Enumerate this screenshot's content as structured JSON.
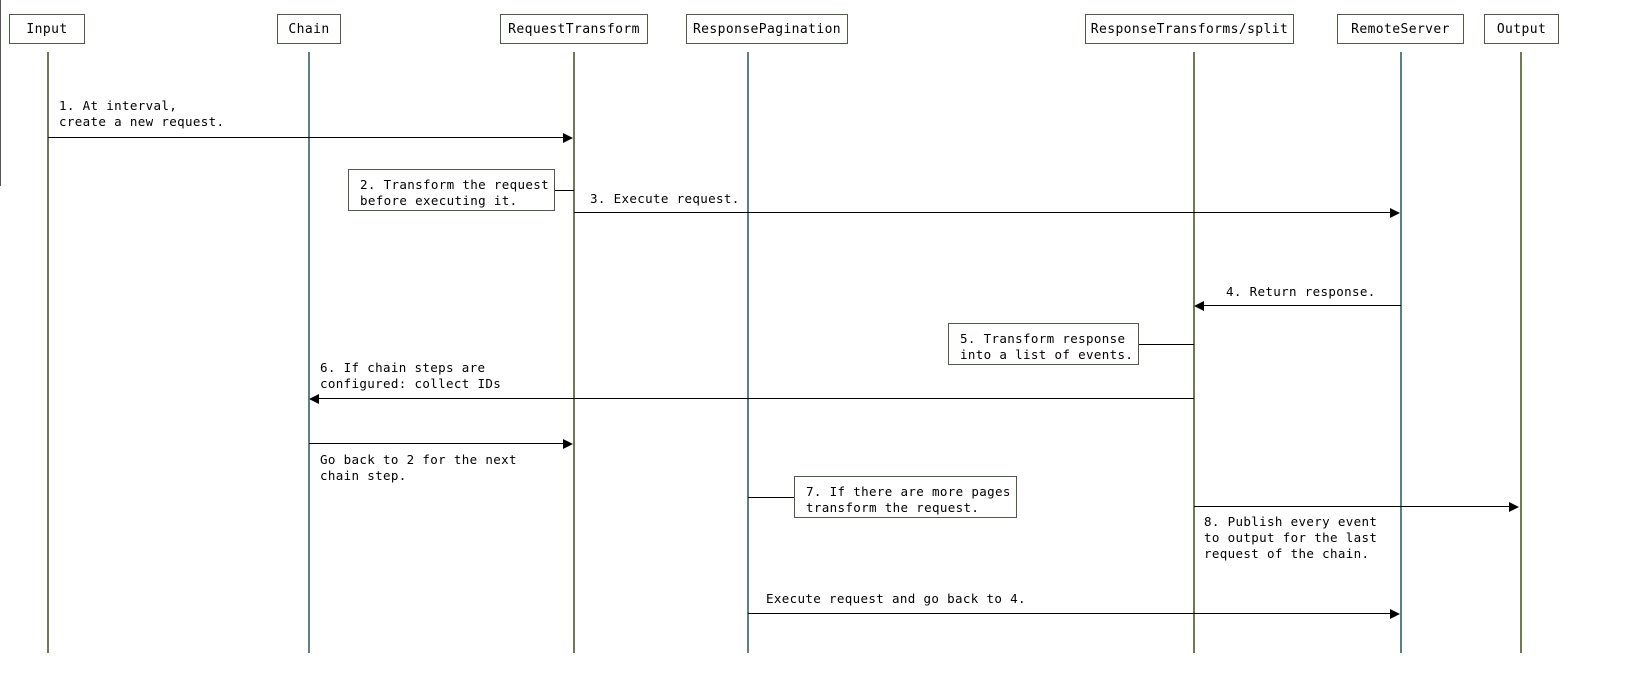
{
  "diagram": {
    "type": "sequence-diagram",
    "title": "",
    "colors": {
      "lifeline_green": "#6d7a55",
      "lifeline_blue": "#5f7f86",
      "box_border": "#4f5b4a",
      "arrow": "#000000",
      "background": "#ffffff"
    },
    "participants": [
      {
        "id": "input",
        "label": "Input"
      },
      {
        "id": "chain",
        "label": "Chain"
      },
      {
        "id": "request_transform",
        "label": "RequestTransform"
      },
      {
        "id": "response_pagination",
        "label": "ResponsePagination"
      },
      {
        "id": "response_transforms_split",
        "label": "ResponseTransforms/split"
      },
      {
        "id": "remote_server",
        "label": "RemoteServer"
      },
      {
        "id": "output",
        "label": "Output"
      }
    ],
    "messages": [
      {
        "id": "msg1",
        "label": "1. At interval,\ncreate a new request.",
        "from": "input",
        "to": "request_transform",
        "direction": "right"
      },
      {
        "id": "msg3",
        "label": "3. Execute request.",
        "from": "request_transform",
        "to": "remote_server",
        "direction": "right"
      },
      {
        "id": "msg4",
        "label": "4. Return response.",
        "from": "remote_server",
        "to": "response_transforms_split",
        "direction": "left"
      },
      {
        "id": "msg6",
        "label": "6. If chain steps are\nconfigured: collect IDs",
        "from": "response_transforms_split",
        "to": "chain",
        "direction": "left"
      },
      {
        "id": "msg_goback",
        "label": "Go back to 2 for the next\nchain step.",
        "from": "chain",
        "to": "request_transform",
        "direction": "right"
      },
      {
        "id": "msg8",
        "label": "8. Publish every event\nto output for the last\nrequest of the chain.",
        "from": "response_transforms_split",
        "to": "output",
        "direction": "right"
      },
      {
        "id": "msg_exec_again",
        "label": "Execute request and go back to 4.",
        "from": "response_pagination",
        "to": "remote_server",
        "direction": "right"
      }
    ],
    "notes": [
      {
        "id": "note2",
        "text": "2. Transform the request\nbefore executing it.",
        "attached_to": "request_transform",
        "side": "left"
      },
      {
        "id": "note5",
        "text": "5. Transform response\ninto a list of events.",
        "attached_to": "response_transforms_split",
        "side": "left"
      },
      {
        "id": "note7",
        "text": "7. If there are more pages\ntransform the request.",
        "attached_to": "response_pagination",
        "side": "right"
      }
    ]
  }
}
